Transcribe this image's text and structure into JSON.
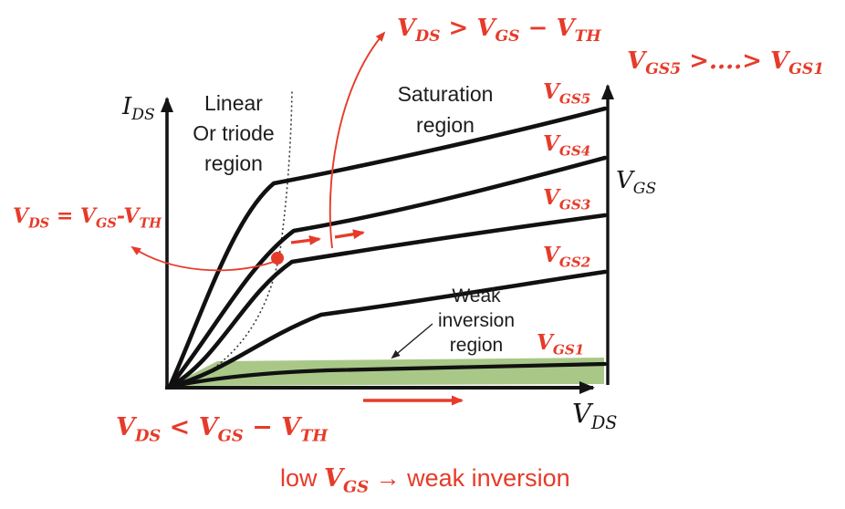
{
  "figure": {
    "axes": {
      "y_label": "I_{DS}",
      "x_label": "V_{DS}",
      "right_label": "V_{GS}"
    },
    "regions": {
      "linear": {
        "lines": [
          "Linear",
          "Or triode",
          "region"
        ]
      },
      "saturation": {
        "lines": [
          "Saturation",
          "region"
        ]
      },
      "weak_inversion": {
        "lines": [
          "Weak",
          "inversion",
          "region"
        ]
      }
    },
    "annotations": {
      "saturation_condition": "V_{DS} > V_{GS} − V_{TH}",
      "gate_voltage_ordering": "V_{GS5} >....> V_{GS1}",
      "boundary_condition": "V_{DS} = V_{GS}-V_{TH}",
      "triode_condition": "V_{DS} < V_{GS} − V_{TH}",
      "weak_note": {
        "prefix": "low",
        "math": "V_{GS}",
        "suffix": "→ weak inversion"
      }
    },
    "curve_labels": [
      "V_{GS5}",
      "V_{GS4}",
      "V_{GS3}",
      "V_{GS2}",
      "V_{GS1}"
    ],
    "colors": {
      "accent_red": "#e63b2a",
      "weak_inversion_green": "#a9c888",
      "ink": "#161616"
    }
  },
  "chart_data": {
    "type": "line",
    "qualitative": true,
    "title": "MOSFET output characteristics (I_DS vs V_DS)",
    "xlabel": "V_DS",
    "ylabel": "I_DS",
    "right_axis_label": "V_GS (increasing upward)",
    "series": [
      {
        "name": "V_GS5",
        "shape": "steep rise from origin, knee, then gentle positive slope (highest current)"
      },
      {
        "name": "V_GS4",
        "shape": "steep rise from origin, knee, then gentle positive slope"
      },
      {
        "name": "V_GS3",
        "shape": "steep rise from origin, knee, then gentle positive slope; red dot marks pinch-off point V_DS = V_GS - V_TH"
      },
      {
        "name": "V_GS2",
        "shape": "steep rise from origin, knee, then gentle positive slope"
      },
      {
        "name": "V_GS1",
        "shape": "nearly flat, lowest curve, inside green weak-inversion band"
      }
    ],
    "annotations": [
      "Linear / triode region left of dashed pinch-off locus (V_DS < V_GS − V_TH)",
      "Saturation region right of dashed locus (V_DS > V_GS − V_TH)",
      "Weak inversion region: green band along x-axis for low V_GS",
      "V_GS5 >....> V_GS1"
    ],
    "legend_position": "curve-end labels, right side",
    "grid": false
  }
}
